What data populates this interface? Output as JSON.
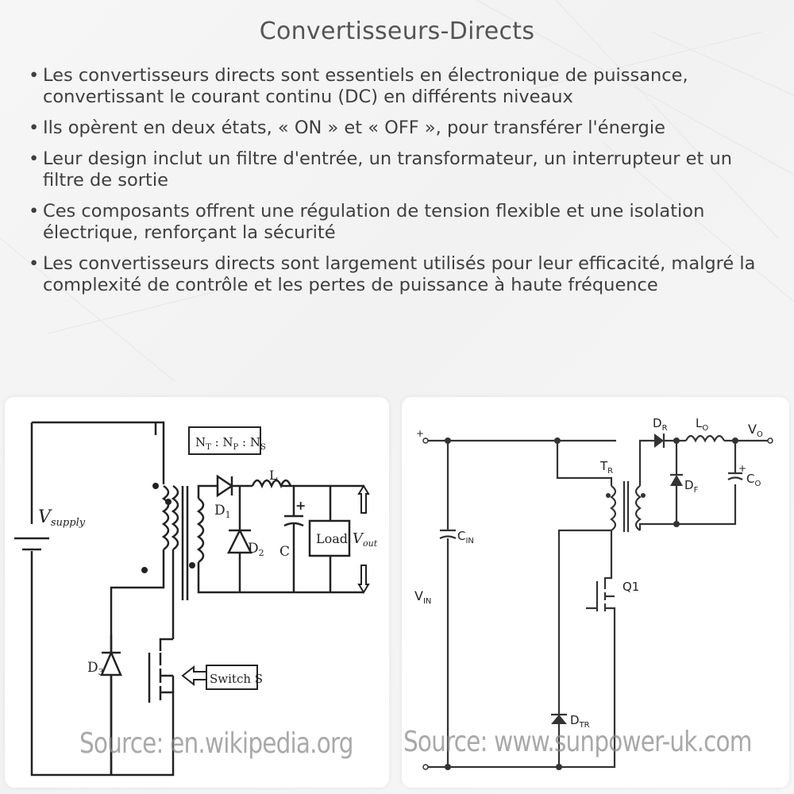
{
  "title": "Convertisseurs-Directs",
  "bullets": [
    "Les convertisseurs directs sont essentiels en électronique de puissance, convertissant le courant continu (DC) en différents niveaux",
    "Ils opèrent en deux états, « ON » et « OFF », pour transférer l'énergie",
    "Leur design inclut un filtre d'entrée, un transformateur, un interrupteur et un filtre de sortie",
    "Ces composants offrent une régulation de tension flexible et une isolation électrique, renforçant la sécurité",
    "Les convertisseurs directs sont largement utilisés pour leur efficacité, malgré la complexité de contrôle et les pertes de puissance à haute fréquence"
  ],
  "left_diagram": {
    "source": "Source: en.wikipedia.org",
    "labels": {
      "supply": "V",
      "supply_sub": "supply",
      "ratio": "N",
      "ratio_t": "T",
      "ratio_p": "P",
      "ratio_s": "S",
      "l": "L",
      "d1": "D",
      "d1_sub": "1",
      "d2": "D",
      "d2_sub": "2",
      "c": "C",
      "d3": "D",
      "d3_sub": "3",
      "load": "Load",
      "vout": "V",
      "vout_sub": "out",
      "switch": "Switch S",
      "plus": "+"
    }
  },
  "right_diagram": {
    "source": "Source: www.sunpower-uk.com",
    "labels": {
      "dr": "D",
      "dr_sub": "R",
      "lo": "L",
      "lo_sub": "O",
      "vo": "V",
      "vo_sub": "O",
      "tr": "T",
      "tr_sub": "R",
      "df": "D",
      "df_sub": "F",
      "co": "C",
      "co_sub": "O",
      "cin": "C",
      "cin_sub": "IN",
      "vin": "V",
      "vin_sub": "IN",
      "q1": "Q1",
      "dtr": "D",
      "dtr_sub": "TR",
      "plus": "+"
    }
  }
}
